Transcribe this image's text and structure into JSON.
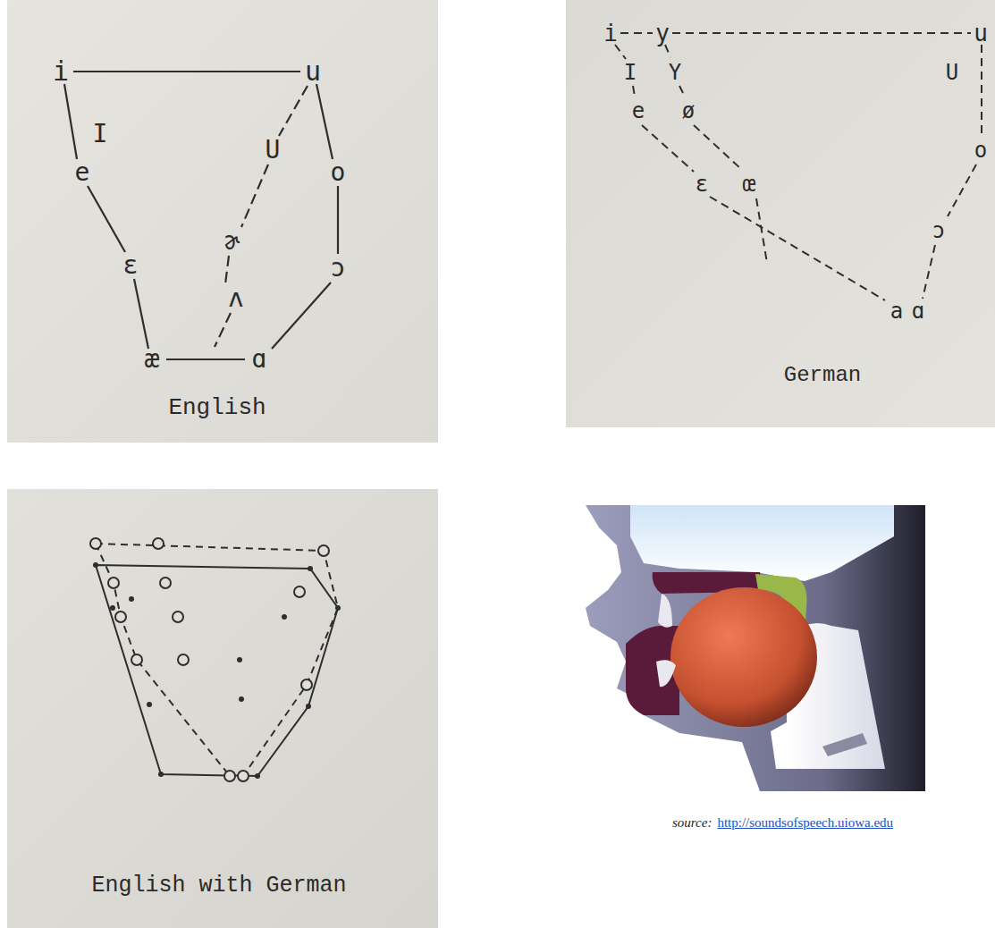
{
  "diagram": {
    "labels": [
      "i",
      "u",
      "I",
      "U",
      "e",
      "o",
      "ɚ",
      "ɛ",
      "ɔ",
      "ʌ",
      "æ",
      "ɑ",
      "English",
      "i",
      "y",
      "u",
      "I",
      "Y",
      "U",
      "e",
      "ø",
      "o",
      "ɛ",
      "œ",
      "ɔ",
      "a",
      "ɑ",
      "German",
      "English with German",
      "source:",
      "http://soundsofspeech.uiowa.edu"
    ]
  }
}
